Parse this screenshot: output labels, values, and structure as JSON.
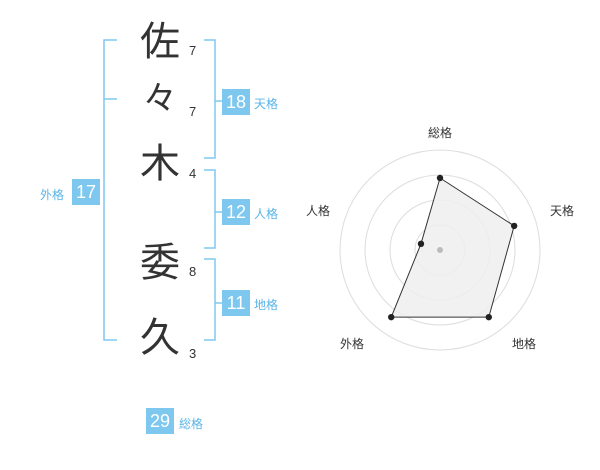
{
  "name": {
    "chars": [
      {
        "char": "佐",
        "strokes": "7"
      },
      {
        "char": "々",
        "strokes": "7"
      },
      {
        "char": "木",
        "strokes": "4"
      },
      {
        "char": "委",
        "strokes": "8"
      },
      {
        "char": "久",
        "strokes": "3"
      }
    ]
  },
  "kakusu": {
    "tenkaku": {
      "value": "18",
      "label": "天格"
    },
    "jinkaku": {
      "value": "12",
      "label": "人格"
    },
    "chikaku": {
      "value": "11",
      "label": "地格"
    },
    "gaikaku": {
      "value": "17",
      "label": "外格"
    },
    "soukaku": {
      "value": "29",
      "label": "総格"
    }
  },
  "colors": {
    "accent": "#7ec8f0",
    "accent_text": "#5ab4e8",
    "text": "#333333"
  },
  "chart_data": {
    "type": "radar",
    "axes": [
      "総格",
      "天格",
      "地格",
      "外格",
      "人格"
    ],
    "values": [
      0.72,
      0.78,
      0.83,
      0.83,
      0.2
    ],
    "rings": 4,
    "grid": true
  }
}
